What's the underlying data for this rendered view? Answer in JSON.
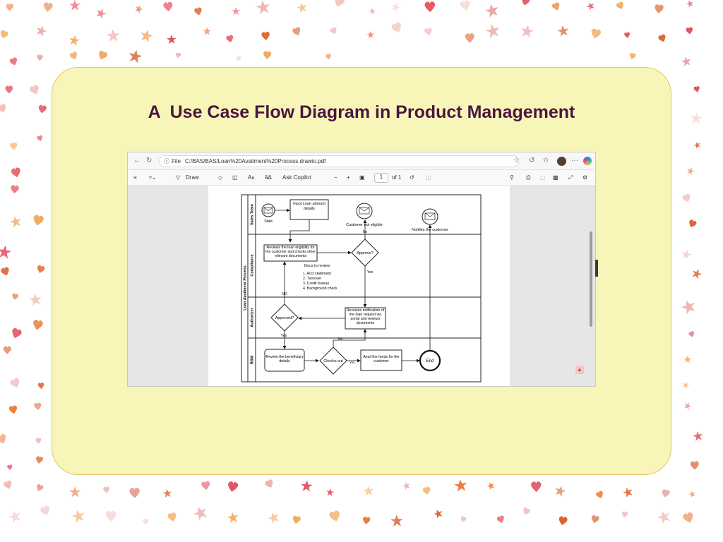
{
  "slide": {
    "title": "A  Use Case Flow Diagram in Product Management",
    "colors": {
      "card_background": "#f8f5b8",
      "card_border": "#e2c66a",
      "title": "#4a1540",
      "confetti": [
        "#e4525e",
        "#e97b3b",
        "#f0a85a",
        "#e9a19b",
        "#f2c6c0",
        "#d9622e"
      ]
    },
    "background_pattern": "hearts-and-stars"
  },
  "browser": {
    "nav_icons": [
      "back-arrow-icon",
      "refresh-icon"
    ],
    "url_scheme": "File",
    "url": "C:/BAS/BAS/Loan%20Availment%20Process.drawio.pdf",
    "right_icons": [
      "favorite-star-icon",
      "refresh-alt-icon",
      "favorites-icon",
      "profile-avatar",
      "more-icon",
      "copilot-icon"
    ]
  },
  "pdf_toolbar": {
    "draw_label": "Draw",
    "text_size_label": "Aᴀ",
    "read_aloud_label": "ăΔ",
    "ask_copilot_label": "Ask Copilot",
    "minus": "−",
    "plus": "+",
    "page_number": "1",
    "page_total": "of 1",
    "right_icons": [
      "search-icon",
      "print-icon",
      "save-icon",
      "save-as-icon",
      "fullscreen-icon",
      "settings-icon"
    ]
  },
  "diagram": {
    "pool_label": "Loan Availment Process",
    "lanes": [
      "Sales Team",
      "Compliance",
      "Authorizer",
      "BSM"
    ],
    "nodes": {
      "start": "Start",
      "input_loan": "Input Loan amount details",
      "customer_not_eligible": "Customer not eligible",
      "notifies_customer": "Notifies the customer",
      "reviews_eligibility": "Reviews the loan eligibility for the customer and checks other relevant documents",
      "approve_compliance": "Approve?",
      "docs_heading": "Docs to review",
      "docs": [
        "1.    Acct statement",
        "2.        Turnover",
        "3.     Credit bureau",
        "4. Background check"
      ],
      "approved_authorizer": "Approved?",
      "receives_notification": "Receives notification of the loan request via portal and reviews documents",
      "review_beneficiary": "Review the beneficiary details",
      "checks_out": "Checks out",
      "avail_funds": "Avail the funds for the customer",
      "end": "End"
    },
    "edge_labels": {
      "no_compliance": "No",
      "yes_compliance": "Yes",
      "no_authorizer": "NO",
      "yes_authorizer": "Yes",
      "no_checks": "No",
      "yes_checks": "Yes"
    }
  }
}
